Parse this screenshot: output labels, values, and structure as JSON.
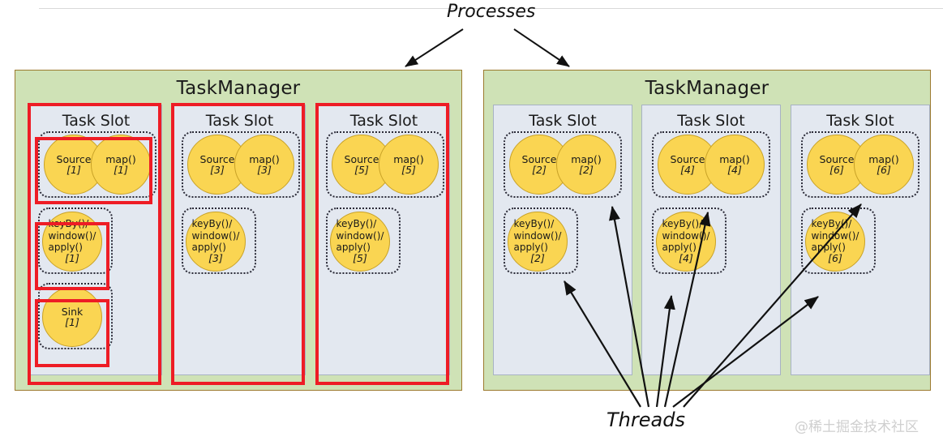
{
  "annotations": {
    "processes_label": "Processes",
    "threads_label": "Threads",
    "watermark": "@稀土掘金技术社区"
  },
  "colors": {
    "process_fill": "#cfe2b6",
    "process_border": "#9c7a2e",
    "slot_fill": "#e3e8f0",
    "slot_border": "#a7b2c4",
    "node_fill": "#fad552",
    "node_border": "#c9a227",
    "highlight": "#ee1c25",
    "arrow": "#111111",
    "watermark": "#cfcfcf"
  },
  "task_managers": [
    {
      "title": "TaskManager",
      "slots": [
        {
          "title": "Task Slot",
          "highlighted": true,
          "tasks": [
            {
              "highlighted": true,
              "nodes": [
                {
                  "name": "Source",
                  "index": "[1]"
                },
                {
                  "name": "map()",
                  "index": "[1]"
                }
              ]
            },
            {
              "highlighted": true,
              "nodes": [
                {
                  "name": "keyBy()/ window()/ apply()",
                  "index": "[1]"
                }
              ]
            },
            {
              "highlighted": true,
              "nodes": [
                {
                  "name": "Sink",
                  "index": "[1]"
                }
              ]
            }
          ]
        },
        {
          "title": "Task Slot",
          "highlighted": true,
          "tasks": [
            {
              "highlighted": false,
              "nodes": [
                {
                  "name": "Source",
                  "index": "[3]"
                },
                {
                  "name": "map()",
                  "index": "[3]"
                }
              ]
            },
            {
              "highlighted": false,
              "nodes": [
                {
                  "name": "keyBy()/ window()/ apply()",
                  "index": "[3]"
                }
              ]
            }
          ]
        },
        {
          "title": "Task Slot",
          "highlighted": true,
          "tasks": [
            {
              "highlighted": false,
              "nodes": [
                {
                  "name": "Source",
                  "index": "[5]"
                },
                {
                  "name": "map()",
                  "index": "[5]"
                }
              ]
            },
            {
              "highlighted": false,
              "nodes": [
                {
                  "name": "keyBy()/ window()/ apply()",
                  "index": "[5]"
                }
              ]
            }
          ]
        }
      ]
    },
    {
      "title": "TaskManager",
      "slots": [
        {
          "title": "Task Slot",
          "highlighted": false,
          "tasks": [
            {
              "highlighted": false,
              "nodes": [
                {
                  "name": "Source",
                  "index": "[2]"
                },
                {
                  "name": "map()",
                  "index": "[2]"
                }
              ]
            },
            {
              "highlighted": false,
              "nodes": [
                {
                  "name": "keyBy()/ window()/ apply()",
                  "index": "[2]"
                }
              ]
            }
          ]
        },
        {
          "title": "Task Slot",
          "highlighted": false,
          "tasks": [
            {
              "highlighted": false,
              "nodes": [
                {
                  "name": "Source",
                  "index": "[4]"
                },
                {
                  "name": "map()",
                  "index": "[4]"
                }
              ]
            },
            {
              "highlighted": false,
              "nodes": [
                {
                  "name": "keyBy()/ window()/ apply()",
                  "index": "[4]"
                }
              ]
            }
          ]
        },
        {
          "title": "Task Slot",
          "highlighted": false,
          "tasks": [
            {
              "highlighted": false,
              "nodes": [
                {
                  "name": "Source",
                  "index": "[6]"
                },
                {
                  "name": "map()",
                  "index": "[6]"
                }
              ]
            },
            {
              "highlighted": false,
              "nodes": [
                {
                  "name": "keyBy()/ window()/ apply()",
                  "index": "[6]"
                }
              ]
            }
          ]
        }
      ]
    }
  ]
}
